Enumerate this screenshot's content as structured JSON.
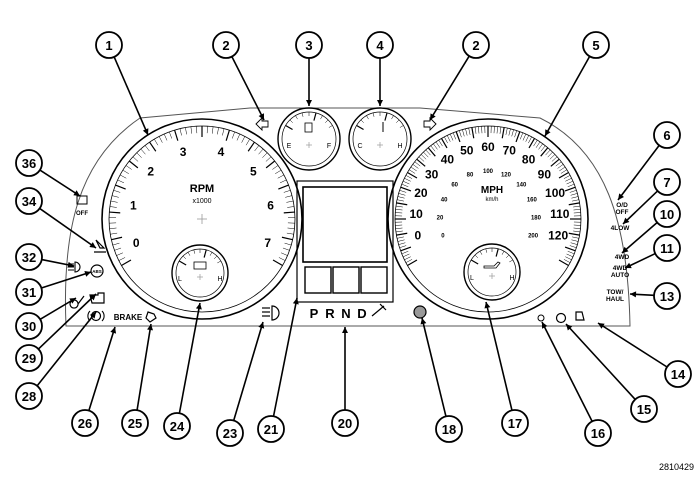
{
  "callouts": [
    "1",
    "2",
    "3",
    "4",
    "2",
    "5",
    "6",
    "7",
    "10",
    "11",
    "13",
    "14",
    "15",
    "16",
    "17",
    "18",
    "20",
    "21",
    "23",
    "24",
    "25",
    "26",
    "28",
    "29",
    "30",
    "31",
    "32",
    "34",
    "36"
  ],
  "tach": {
    "label": "RPM",
    "unit": "x1000",
    "numbers": [
      "0",
      "1",
      "2",
      "3",
      "4",
      "5",
      "6",
      "7"
    ]
  },
  "speedo": {
    "label": "MPH",
    "unit": "km/h",
    "mph_numbers": [
      "0",
      "10",
      "20",
      "30",
      "40",
      "50",
      "60",
      "70",
      "80",
      "90",
      "100",
      "110",
      "120"
    ],
    "kmh_numbers": [
      "0",
      "20",
      "40",
      "60",
      "80",
      "100",
      "120",
      "140",
      "160",
      "180",
      "200"
    ]
  },
  "fuel_gauge": {
    "empty": "E",
    "full": "F"
  },
  "temp_gauge": {
    "cold": "C",
    "hot": "H"
  },
  "battery_gauge": {
    "low": "L",
    "high": "H"
  },
  "oil_gauge": {
    "low": "L",
    "high": "H"
  },
  "indicators": {
    "od_off": "O/D\nOFF",
    "four_low": "4LOW",
    "four_wd": "4WD",
    "four_wd_auto": "4WD\nAUTO",
    "tow_haul": "TOW/\nHAUL",
    "brake": "BRAKE",
    "abs": "ABS",
    "esc_off": "OFF"
  },
  "gear_selector": [
    "P",
    "R",
    "N",
    "D"
  ],
  "figure_id": "2810429"
}
